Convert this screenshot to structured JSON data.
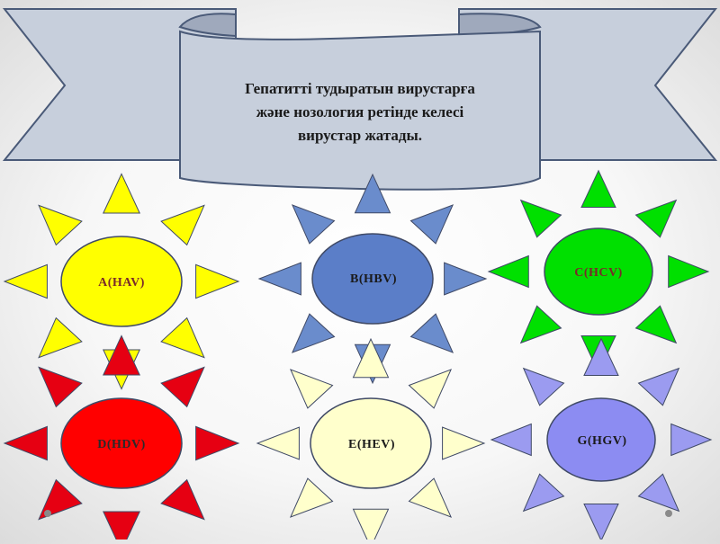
{
  "banner": {
    "lines": [
      "Гепатитті тудыратын вирустарға",
      "және нозология ретінде келесі",
      "вирустар жатады."
    ]
  },
  "colors": {
    "banner_fill": "#c7cfdc",
    "banner_stroke": "#4a5a78",
    "ray_stroke": "#404a66"
  },
  "viruses": [
    {
      "label": "A(HAV)",
      "body": "#ffff00",
      "ray": "#ffff00",
      "text": "#7a2a2a"
    },
    {
      "label": "B(HBV)",
      "body": "#5b7ec8",
      "ray": "#6a8ccc",
      "text": "#1a1a1a"
    },
    {
      "label": "C(HCV)",
      "body": "#00e000",
      "ray": "#00e000",
      "text": "#7a2a2a"
    },
    {
      "label": "D(HDV)",
      "body": "#ff0000",
      "ray": "#e60012",
      "text": "#2a2a2a"
    },
    {
      "label": "E(HEV)",
      "body": "#ffffcc",
      "ray": "#ffffcc",
      "text": "#1a1a1a"
    },
    {
      "label": "G(HGV)",
      "body": "#8c8cf2",
      "ray": "#9b9bf0",
      "text": "#1a1a1a"
    }
  ]
}
